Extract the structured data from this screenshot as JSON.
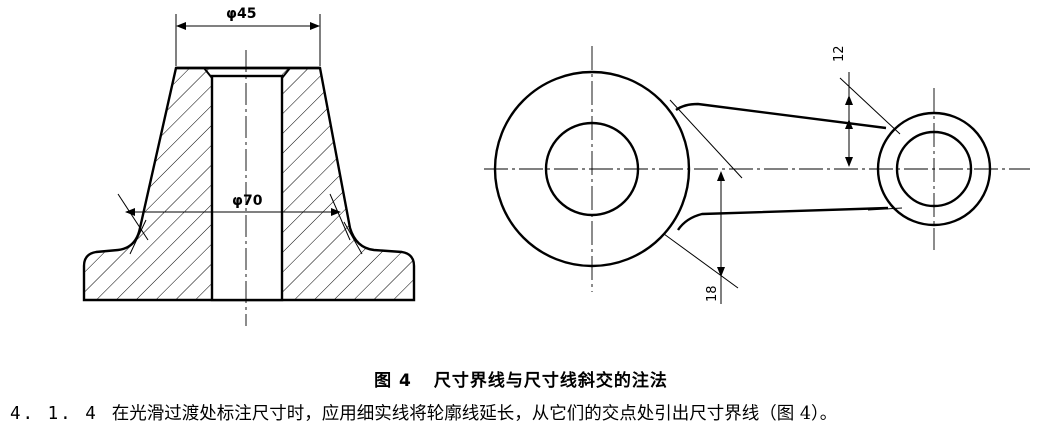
{
  "figure": {
    "dim_top": "φ45",
    "dim_mid": "φ70",
    "dim_right_top": "12",
    "dim_right_bottom": "18",
    "caption_number": "图 4",
    "caption_title": "尺寸界线与尺寸线斜交的注法"
  },
  "paragraph": {
    "number": "4. 1. 4",
    "text": "在光滑过渡处标注尺寸时，应用细实线将轮廓线延长，从它们的交点处引出尺寸界线（图 4）。"
  }
}
